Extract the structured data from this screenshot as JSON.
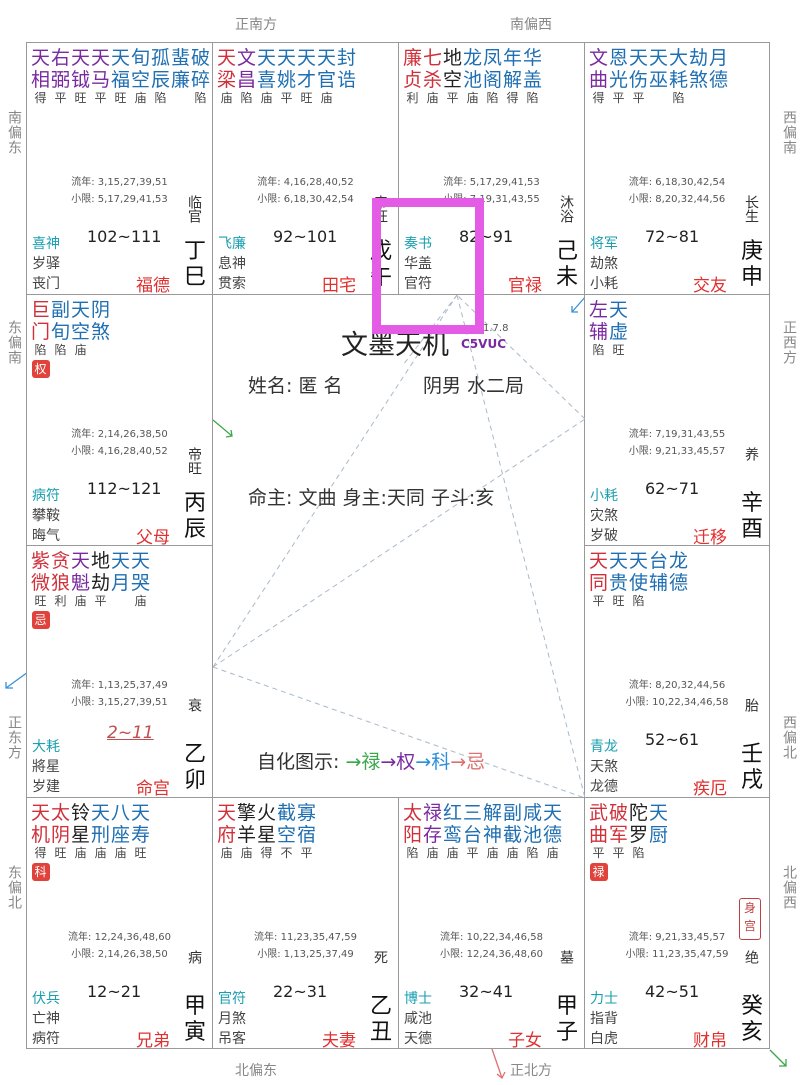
{
  "directions": {
    "top1": "正南方",
    "top2": "南偏西",
    "bottom1": "北偏东",
    "bottom2": "正北方",
    "left1": "南偏东",
    "left2": "东偏南",
    "left3": "正东方",
    "left4": "东偏北",
    "right1": "西偏南",
    "right2": "正西方",
    "right3": "西偏北",
    "right4": "北偏西"
  },
  "center": {
    "title": "文墨天机",
    "version": "C5VUC",
    "version_num": "1.7.8",
    "name": "姓名: 匿 名",
    "gender": "阴男 水二局",
    "zhu": "命主: 文曲  身主:天同  子斗:亥",
    "legend_label": "自化图示:",
    "legend": {
      "lu": "→禄",
      "quan": "→权",
      "ke": "→科",
      "ji": "→忌"
    }
  },
  "palaces": [
    {
      "id": "si",
      "stars": [
        {
          "a": "天",
          "b": "相",
          "s": "得",
          "c": "purple"
        },
        {
          "a": "右",
          "b": "弼",
          "s": "平",
          "c": "purple"
        },
        {
          "a": "天",
          "b": "钺",
          "s": "旺",
          "c": "purple"
        },
        {
          "a": "天",
          "b": "马",
          "s": "平",
          "c": "purple"
        },
        {
          "a": "天",
          "b": "福",
          "s": "旺",
          "c": "blue"
        },
        {
          "a": "旬",
          "b": "空",
          "s": "庙",
          "c": "blue"
        },
        {
          "a": "孤",
          "b": "辰",
          "s": "陷",
          "c": "blue"
        },
        {
          "a": "蜚",
          "b": "廉",
          "s": "",
          "c": "blue"
        },
        {
          "a": "破",
          "b": "碎",
          "s": "陷",
          "c": "blue"
        }
      ],
      "liunian": "流年: 3,15,27,39,51",
      "xiaoxian": "小限: 5,17,29,41,53",
      "god1": "喜神",
      "god2": "岁驿",
      "god3": "丧门",
      "range": "102~111",
      "stage": "临官",
      "stem1": "丁",
      "stem2": "巳",
      "name": "福德"
    },
    {
      "id": "wu",
      "stars": [
        {
          "a": "天",
          "b": "梁",
          "s": "庙",
          "c": "red"
        },
        {
          "a": "文",
          "b": "昌",
          "s": "陷",
          "c": "purple"
        },
        {
          "a": "天",
          "b": "喜",
          "s": "庙",
          "c": "blue"
        },
        {
          "a": "天",
          "b": "姚",
          "s": "平",
          "c": "blue"
        },
        {
          "a": "天",
          "b": "才",
          "s": "旺",
          "c": "blue"
        },
        {
          "a": "天",
          "b": "官",
          "s": "庙",
          "c": "blue"
        },
        {
          "a": "封",
          "b": "诰",
          "s": "",
          "c": "blue"
        }
      ],
      "liunian": "流年: 4,16,28,40,52",
      "xiaoxian": "小限: 6,18,30,42,54",
      "god1": "飞廉",
      "god2": "息神",
      "god3": "贯索",
      "range": "92~101",
      "stage": "帝旺",
      "stem1": "戊",
      "stem2": "午",
      "name": "田宅"
    },
    {
      "id": "wei",
      "stars": [
        {
          "a": "廉",
          "b": "贞",
          "s": "利",
          "c": "red"
        },
        {
          "a": "七",
          "b": "杀",
          "s": "庙",
          "c": "red"
        },
        {
          "a": "地",
          "b": "空",
          "s": "平",
          "c": "black"
        },
        {
          "a": "龙",
          "b": "池",
          "s": "庙",
          "c": "blue"
        },
        {
          "a": "凤",
          "b": "阁",
          "s": "陷",
          "c": "blue"
        },
        {
          "a": "年",
          "b": "解",
          "s": "得",
          "c": "blue"
        },
        {
          "a": "华",
          "b": "盖",
          "s": "陷",
          "c": "blue"
        }
      ],
      "liunian": "流年: 5,17,29,41,53",
      "xiaoxian": "小限: 7,19,31,43,55",
      "god1": "奏书",
      "god2": "华盖",
      "god3": "官符",
      "range": "82~91",
      "stage": "沐浴",
      "stem1": "己",
      "stem2": "未",
      "name": "官禄"
    },
    {
      "id": "shen",
      "stars": [
        {
          "a": "文",
          "b": "曲",
          "s": "得",
          "c": "purple"
        },
        {
          "a": "恩",
          "b": "光",
          "s": "平",
          "c": "blue"
        },
        {
          "a": "天",
          "b": "伤",
          "s": "平",
          "c": "blue"
        },
        {
          "a": "天",
          "b": "巫",
          "s": "",
          "c": "blue"
        },
        {
          "a": "大",
          "b": "耗",
          "s": "陷",
          "c": "blue"
        },
        {
          "a": "劫",
          "b": "煞",
          "s": "",
          "c": "blue"
        },
        {
          "a": "月",
          "b": "德",
          "s": "",
          "c": "blue"
        }
      ],
      "liunian": "流年: 6,18,30,42,54",
      "xiaoxian": "小限: 8,20,32,44,56",
      "god1": "将军",
      "god2": "劫煞",
      "god3": "小耗",
      "range": "72~81",
      "stage": "长生",
      "stem1": "庚",
      "stem2": "申",
      "name": "交友"
    },
    {
      "id": "chen",
      "stars": [
        {
          "a": "巨",
          "b": "门",
          "s": "陷",
          "c": "red"
        },
        {
          "a": "副",
          "b": "旬",
          "s": "陷",
          "c": "blue"
        },
        {
          "a": "天",
          "b": "空",
          "s": "庙",
          "c": "blue"
        },
        {
          "a": "阴",
          "b": "煞",
          "s": "",
          "c": "blue"
        }
      ],
      "hua": "权",
      "liunian": "流年: 2,14,26,38,50",
      "xiaoxian": "小限: 4,16,28,40,52",
      "god1": "病符",
      "god2": "攀鞍",
      "god3": "晦气",
      "range": "112~121",
      "stage": "帝旺",
      "stem1": "丙",
      "stem2": "辰",
      "name": "父母"
    },
    {
      "id": "you",
      "stars": [
        {
          "a": "左",
          "b": "辅",
          "s": "陷",
          "c": "purple"
        },
        {
          "a": "天",
          "b": "虚",
          "s": "旺",
          "c": "blue"
        }
      ],
      "liunian": "流年: 7,19,31,43,55",
      "xiaoxian": "小限: 9,21,33,45,57",
      "god1": "小耗",
      "god2": "灾煞",
      "god3": "岁破",
      "range": "62~71",
      "stage": "养",
      "stem1": "辛",
      "stem2": "酉",
      "name": "迁移"
    },
    {
      "id": "mao",
      "stars": [
        {
          "a": "紫",
          "b": "微",
          "s": "旺",
          "c": "red"
        },
        {
          "a": "贪",
          "b": "狼",
          "s": "利",
          "c": "red"
        },
        {
          "a": "天",
          "b": "魁",
          "s": "庙",
          "c": "purple"
        },
        {
          "a": "地",
          "b": "劫",
          "s": "平",
          "c": "black"
        },
        {
          "a": "天",
          "b": "月",
          "s": "",
          "c": "blue"
        },
        {
          "a": "天",
          "b": "哭",
          "s": "庙",
          "c": "blue"
        }
      ],
      "hua": "忌",
      "liunian": "流年: 1,13,25,37,49",
      "xiaoxian": "小限: 3,15,27,39,51",
      "god1": "大耗",
      "god2": "將星",
      "god3": "岁建",
      "range": "2~11",
      "stage": "衰",
      "stem1": "乙",
      "stem2": "卯",
      "name": "命宫"
    },
    {
      "id": "xu",
      "stars": [
        {
          "a": "天",
          "b": "同",
          "s": "平",
          "c": "red"
        },
        {
          "a": "天",
          "b": "贵",
          "s": "旺",
          "c": "blue"
        },
        {
          "a": "天",
          "b": "使",
          "s": "陷",
          "c": "blue"
        },
        {
          "a": "台",
          "b": "辅",
          "s": "",
          "c": "blue"
        },
        {
          "a": "龙",
          "b": "德",
          "s": "",
          "c": "blue"
        }
      ],
      "liunian": "流年: 8,20,32,44,56",
      "xiaoxian": "小限: 10,22,34,46,58",
      "god1": "青龙",
      "god2": "天煞",
      "god3": "龙德",
      "range": "52~61",
      "stage": "胎",
      "stem1": "壬",
      "stem2": "戌",
      "name": "疾厄"
    },
    {
      "id": "yin",
      "stars": [
        {
          "a": "天",
          "b": "机",
          "s": "得",
          "c": "red"
        },
        {
          "a": "太",
          "b": "阴",
          "s": "旺",
          "c": "red"
        },
        {
          "a": "铃",
          "b": "星",
          "s": "庙",
          "c": "black"
        },
        {
          "a": "天",
          "b": "刑",
          "s": "庙",
          "c": "blue"
        },
        {
          "a": "八",
          "b": "座",
          "s": "庙",
          "c": "blue"
        },
        {
          "a": "天",
          "b": "寿",
          "s": "旺",
          "c": "blue"
        }
      ],
      "hua": "科",
      "liunian": "流年: 12,24,36,48,60",
      "xiaoxian": "小限: 2,14,26,38,50",
      "god1": "伏兵",
      "god2": "亡神",
      "god3": "病符",
      "range": "12~21",
      "stage": "病",
      "stem1": "甲",
      "stem2": "寅",
      "name": "兄弟"
    },
    {
      "id": "chou",
      "stars": [
        {
          "a": "天",
          "b": "府",
          "s": "庙",
          "c": "red"
        },
        {
          "a": "擎",
          "b": "羊",
          "s": "庙",
          "c": "black"
        },
        {
          "a": "火",
          "b": "星",
          "s": "得",
          "c": "black"
        },
        {
          "a": "截",
          "b": "空",
          "s": "不",
          "c": "blue"
        },
        {
          "a": "寡",
          "b": "宿",
          "s": "平",
          "c": "blue"
        }
      ],
      "liunian": "流年: 11,23,35,47,59",
      "xiaoxian": "小限: 1,13,25,37,49",
      "god1": "官符",
      "god2": "月煞",
      "god3": "吊客",
      "range": "22~31",
      "stage": "死",
      "stem1": "乙",
      "stem2": "丑",
      "name": "夫妻"
    },
    {
      "id": "zi",
      "stars": [
        {
          "a": "太",
          "b": "阳",
          "s": "陷",
          "c": "red"
        },
        {
          "a": "禄",
          "b": "存",
          "s": "庙",
          "c": "purple"
        },
        {
          "a": "红",
          "b": "鸾",
          "s": "庙",
          "c": "blue"
        },
        {
          "a": "三",
          "b": "台",
          "s": "平",
          "c": "blue"
        },
        {
          "a": "解",
          "b": "神",
          "s": "庙",
          "c": "blue"
        },
        {
          "a": "副",
          "b": "截",
          "s": "庙",
          "c": "blue"
        },
        {
          "a": "咸",
          "b": "池",
          "s": "陷",
          "c": "blue"
        },
        {
          "a": "天",
          "b": "德",
          "s": "庙",
          "c": "blue"
        }
      ],
      "liunian": "流年: 10,22,34,46,58",
      "xiaoxian": "小限: 12,24,36,48,60",
      "god1": "博士",
      "god2": "咸池",
      "god3": "天德",
      "range": "32~41",
      "stage": "墓",
      "stem1": "甲",
      "stem2": "子",
      "name": "子女"
    },
    {
      "id": "hai",
      "stars": [
        {
          "a": "武",
          "b": "曲",
          "s": "平",
          "c": "red"
        },
        {
          "a": "破",
          "b": "军",
          "s": "平",
          "c": "red"
        },
        {
          "a": "陀",
          "b": "罗",
          "s": "陷",
          "c": "black"
        },
        {
          "a": "天",
          "b": "厨",
          "s": "",
          "c": "blue"
        }
      ],
      "hua": "禄",
      "shengong": "身宫",
      "liunian": "流年: 9,21,33,45,57",
      "xiaoxian": "小限: 11,23,35,47,59",
      "god1": "力士",
      "god2": "指背",
      "god3": "白虎",
      "range": "42~51",
      "stage": "绝",
      "stem1": "癸",
      "stem2": "亥",
      "name": "财帛"
    }
  ]
}
